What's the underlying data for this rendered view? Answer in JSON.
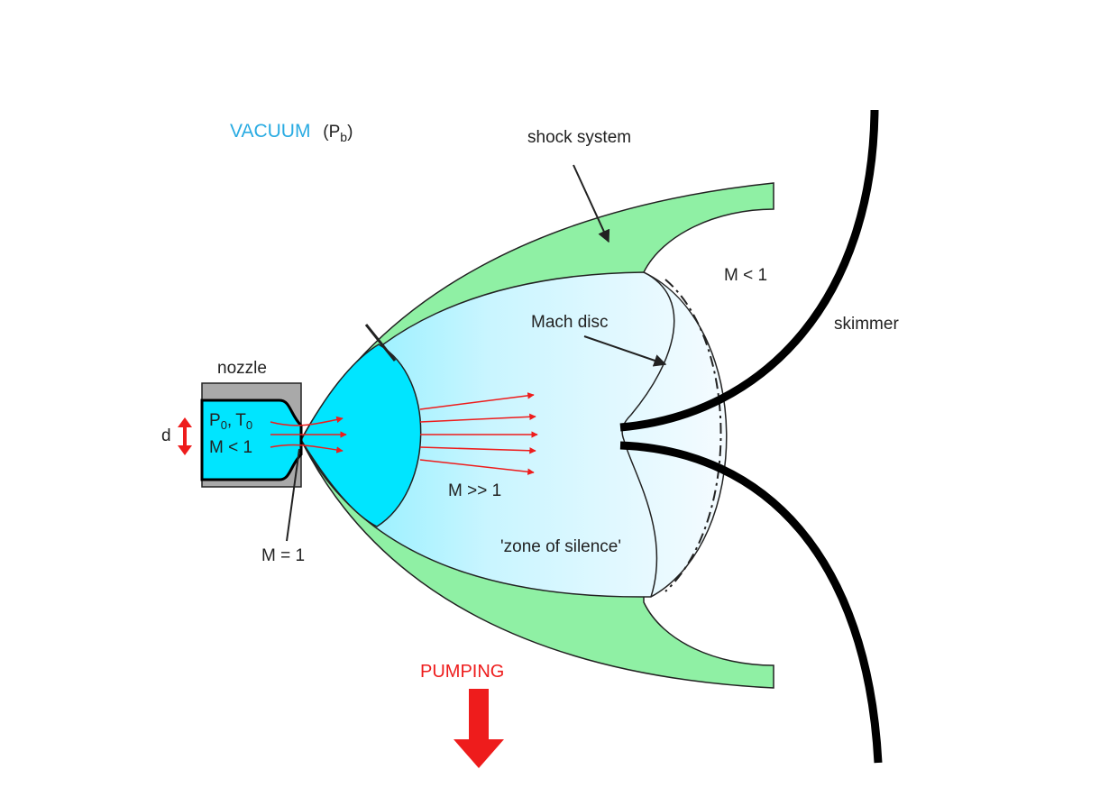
{
  "colors": {
    "vacuum_text": "#29abe2",
    "shock_fill": "#8ff0a4",
    "core_fill": "#00e5ff",
    "zone_light": "#f4fbff",
    "nozzle_grey": "#a9a9a9",
    "arrow_red": "#ee1c1c",
    "outline": "#222222"
  },
  "labels": {
    "vacuum": "VACUUM",
    "pressure_b": "(P",
    "pressure_b_sub": "b",
    "pressure_b_close": ")",
    "shock_system": "shock system",
    "mach_disc": "Mach disc",
    "m_lt_1_right": "M < 1",
    "skimmer": "skimmer",
    "nozzle": "nozzle",
    "d": "d",
    "p0": "P",
    "p0_sub": "0",
    "comma": ",",
    "t0": "T",
    "t0_sub": "0",
    "m_lt_1_left": "M < 1",
    "m_gg_1": "M >> 1",
    "m_eq_1": "M = 1",
    "zone_of_silence": "'zone of silence'",
    "pumping": "PUMPING"
  }
}
